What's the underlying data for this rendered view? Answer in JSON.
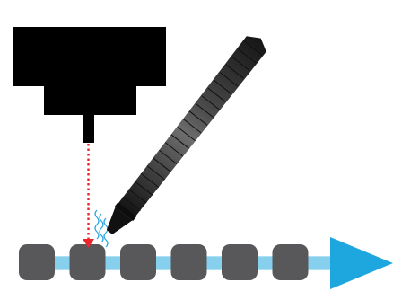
{
  "colors": {
    "background": "#ffffff",
    "sensor_body": "#000000",
    "probe_dashed_line": "#e8262b",
    "conveyor_arrow": "#1ea7df",
    "conveyor_track_light": "#bfe6f6",
    "item_block": "#58585a",
    "nozzle_body": "#2b2b2b",
    "nozzle_highlight": "#6d6d6d",
    "nozzle_tip": "#111111",
    "airflow_lines": "#29a6e0"
  },
  "icons": {
    "sensor": "overhead-sensor-icon",
    "probe_line": "dashed-probe-line",
    "nozzle": "tapered-nozzle-icon",
    "airflow": "airflow-wave-icon",
    "conveyor": "conveyor-arrow-icon",
    "item": "rounded-square-block"
  },
  "conveyor": {
    "item_count": 6,
    "direction": "right"
  }
}
